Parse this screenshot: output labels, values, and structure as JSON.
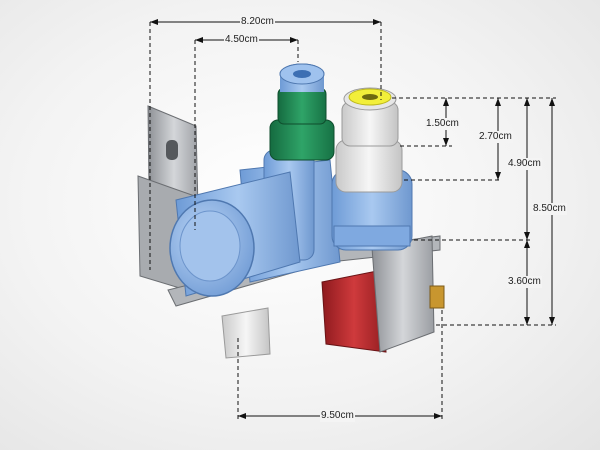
{
  "dimensions": {
    "overall_width": "8.20cm",
    "inlet_spacing": "4.50cm",
    "fitting_height": "1.50cm",
    "fitting_total": "2.70cm",
    "upper_height": "4.90cm",
    "total_height": "8.50cm",
    "lower_height": "3.60cm",
    "base_width": "9.50cm"
  },
  "product": {
    "colors": {
      "body_blue": "#8fb7e6",
      "inlet_green": "#1f8a55",
      "fitting_white": "#e8e8e8",
      "fitting_yellow": "#f2ef3a",
      "coil_red": "#b8262a",
      "bracket_steel": "#b9bcc0"
    }
  }
}
